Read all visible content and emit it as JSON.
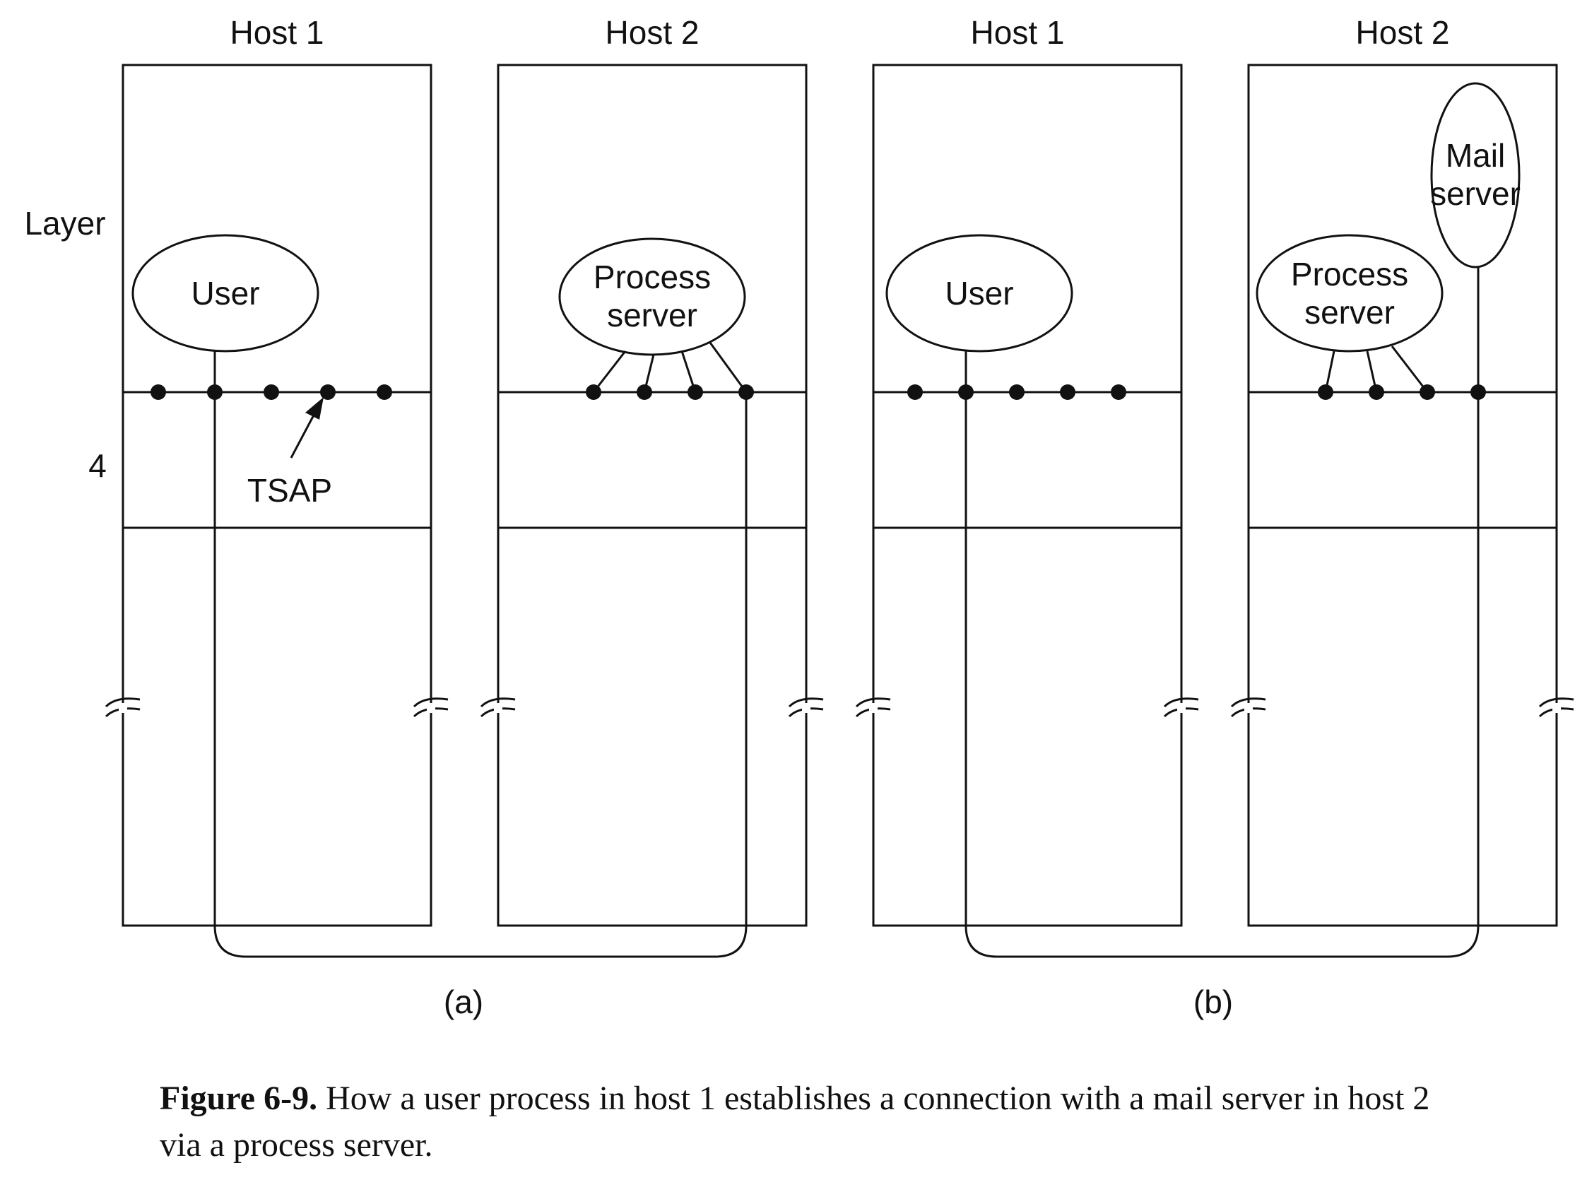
{
  "left_labels": {
    "layer": "Layer",
    "layer_number": "4"
  },
  "panel_a": {
    "host1_title": "Host 1",
    "host2_title": "Host 2",
    "user_label": "User",
    "process_server_line1": "Process",
    "process_server_line2": "server",
    "tsap_label": "TSAP",
    "sublabel": "(a)"
  },
  "panel_b": {
    "host1_title": "Host 1",
    "host2_title": "Host 2",
    "user_label": "User",
    "process_server_line1": "Process",
    "process_server_line2": "server",
    "mail_server_line1": "Mail",
    "mail_server_line2": "server",
    "sublabel": "(b)"
  },
  "caption": {
    "number": "Figure 6-9.",
    "text": "How a user process in host 1 establishes a connection with a mail server in host 2 via a process server."
  }
}
